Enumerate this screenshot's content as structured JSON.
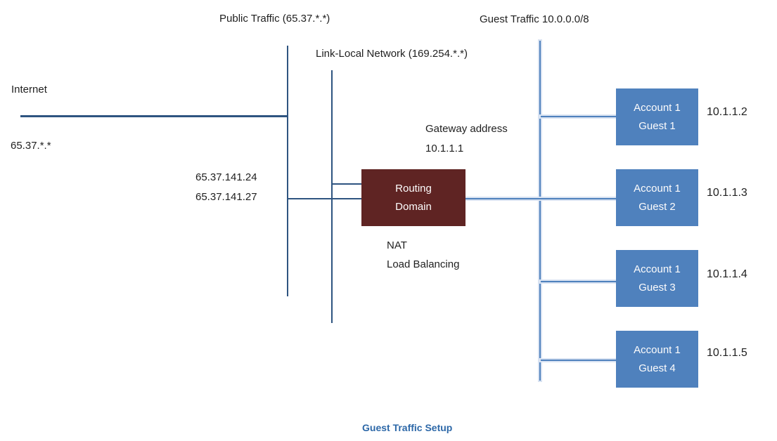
{
  "diagram": {
    "caption": "Guest Traffic Setup",
    "labels": {
      "public_traffic": "Public Traffic (65.37.*.*)",
      "guest_traffic": "Guest Traffic 10.0.0.0/8",
      "link_local": "Link-Local Network (169.254.*.*)",
      "internet": "Internet",
      "wan_range": "65.37.*.*",
      "nat_ip_1": "65.37.141.24",
      "nat_ip_2": "65.37.141.27",
      "gateway_line1": "Gateway address",
      "gateway_line2": "10.1.1.1",
      "nat": "NAT",
      "load_balancing": "Load Balancing"
    },
    "routing_domain": {
      "line1": "Routing",
      "line2": "Domain"
    },
    "guests": [
      {
        "line1": "Account 1",
        "line2": "Guest 1",
        "ip": "10.1.1.2"
      },
      {
        "line1": "Account 1",
        "line2": "Guest 2",
        "ip": "10.1.1.3"
      },
      {
        "line1": "Account 1",
        "line2": "Guest 3",
        "ip": "10.1.1.4"
      },
      {
        "line1": "Account 1",
        "line2": "Guest 4",
        "ip": "10.1.1.5"
      }
    ],
    "colors": {
      "trunk_dark": "#2e5480",
      "trunk_light": "#4f81bd",
      "halo": "#d9e3f2",
      "routing_box": "#5f2423",
      "guest_box": "#4f81bd",
      "caption": "#2d68a8",
      "text": "#1f1f1f"
    }
  }
}
